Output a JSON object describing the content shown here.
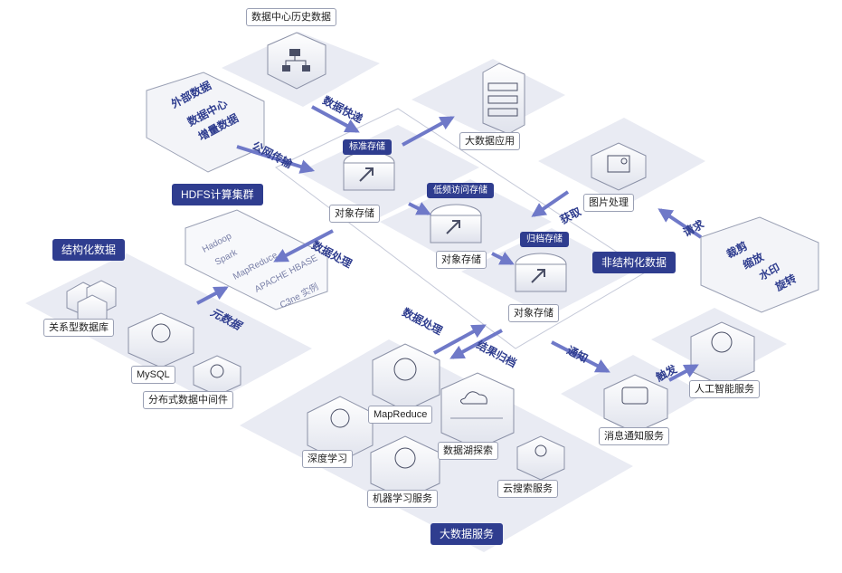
{
  "nodes": {
    "history": "数据中心历史数据",
    "bigdata_app": "大数据应用",
    "obj1": "对象存储",
    "obj2": "对象存储",
    "obj3": "对象存储",
    "image_proc": "图片处理",
    "rdb": "关系型数据库",
    "mysql": "MySQL",
    "middleware": "分布式数据中间件",
    "mapreduce": "MapReduce",
    "deep_learning": "深度学习",
    "datalake": "数据湖探索",
    "ml_service": "机器学习服务",
    "cloud_search": "云搜索服务",
    "msg_notify": "消息通知服务",
    "ai_service": "人工智能服务"
  },
  "tags": {
    "std_storage": "标准存储",
    "low_freq": "低频访问存储",
    "archive": "归档存储",
    "hdfs": "HDFS计算集群",
    "structured": "结构化数据",
    "unstructured": "非结构化数据",
    "bigdata_service": "大数据服务"
  },
  "flows": {
    "fast": "数据快递",
    "public": "公网传输",
    "process1": "数据处理",
    "metadata": "元数据",
    "process2": "数据处理",
    "archive_result": "结果归档",
    "notify": "通知",
    "trigger": "触发",
    "fetch": "获取",
    "request": "请求"
  },
  "external": [
    "外部数据",
    "数据中心",
    "增量数据"
  ],
  "image_ops": [
    "裁剪",
    "缩放",
    "水印",
    "旋转"
  ],
  "hdfs_items": [
    "Hadoop",
    "Spark",
    "MapReduce",
    "APACHE HBASE",
    "C3ne 实例"
  ],
  "colors": {
    "tag": "#2f3d8f",
    "arrow": "#6f79c8",
    "plane": "#e9ebf3",
    "icon": "#4a4f66"
  }
}
